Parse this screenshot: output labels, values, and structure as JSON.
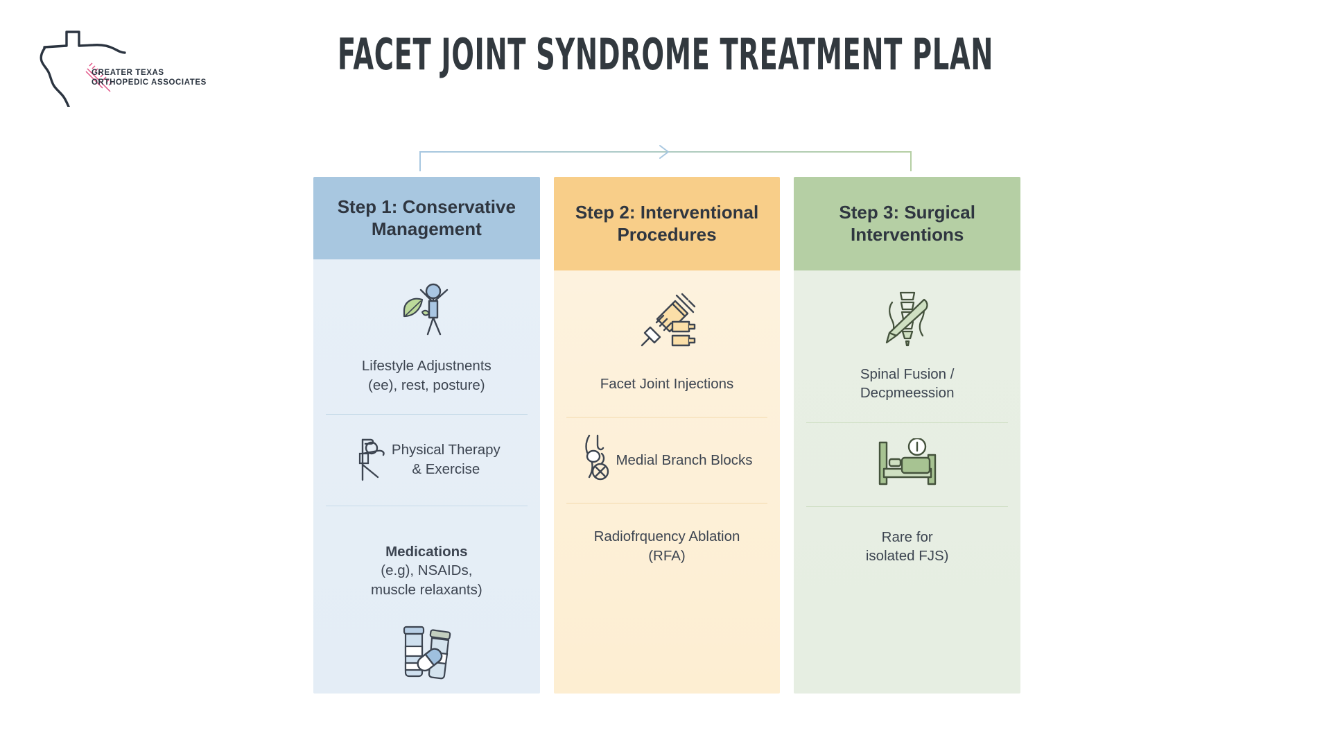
{
  "brand": {
    "logo_icon": "texas-outline-with-spine-icon",
    "line1": "GREATER TEXAS",
    "line2": "ORTHOPEDIC ASSOCIATES",
    "outline_color": "#2b3440",
    "spine_color": "#e0497f"
  },
  "header": {
    "title": "FACET JOINT SYNDROME TREATMENT PLAN"
  },
  "connector": {
    "icon": "progression-arrow-icon",
    "start_color": "#a8c7e0",
    "end_color": "#b5cfa4"
  },
  "columns": [
    {
      "id": "step-1",
      "header": "Step 1:\nConservative\nManagement",
      "header_color": "#a8c7e0",
      "body_color": "#e7eff7",
      "items": [
        {
          "kind": "icon",
          "icon": "person-with-leaf-icon"
        },
        {
          "kind": "text",
          "text": "Lifestyle Adjustnents\n(ee), rest, posture)"
        },
        {
          "kind": "divider"
        },
        {
          "kind": "icon-text",
          "icon": "stretching-person-icon",
          "text": "Physical Therapy\n& Exercise"
        },
        {
          "kind": "divider"
        },
        {
          "kind": "text-lead",
          "lead": "Medications",
          "text": "(e.g), NSAIDs,\nmuscle relaxants)"
        },
        {
          "kind": "icon",
          "icon": "medicine-bottles-icon"
        }
      ]
    },
    {
      "id": "step-2",
      "header": "Step 2:\nInterventional\nProcedures",
      "header_color": "#f8ce89",
      "body_color": "#fdf2de",
      "items": [
        {
          "kind": "icon",
          "icon": "syringe-with-vials-icon"
        },
        {
          "kind": "text",
          "text": "Facet Joint Injections"
        },
        {
          "kind": "divider"
        },
        {
          "kind": "icon-text",
          "icon": "nerve-block-joint-icon",
          "text": "Medial Branch Blocks"
        },
        {
          "kind": "divider"
        },
        {
          "kind": "text",
          "text": "Radiofrquency Ablation\n(RFA)"
        }
      ]
    },
    {
      "id": "step-3",
      "header": "Step 3:\nSurgical\nInterventions",
      "header_color": "#b5cfa4",
      "body_color": "#e8efe4",
      "items": [
        {
          "kind": "icon",
          "icon": "spine-with-scalpel-icon"
        },
        {
          "kind": "text",
          "text": "Spinal Fusion /\nDecpmeession"
        },
        {
          "kind": "divider"
        },
        {
          "kind": "icon",
          "icon": "hospital-bed-icon"
        },
        {
          "kind": "divider"
        },
        {
          "kind": "text",
          "text": "Rare for\nisolated FJS)"
        }
      ]
    }
  ]
}
